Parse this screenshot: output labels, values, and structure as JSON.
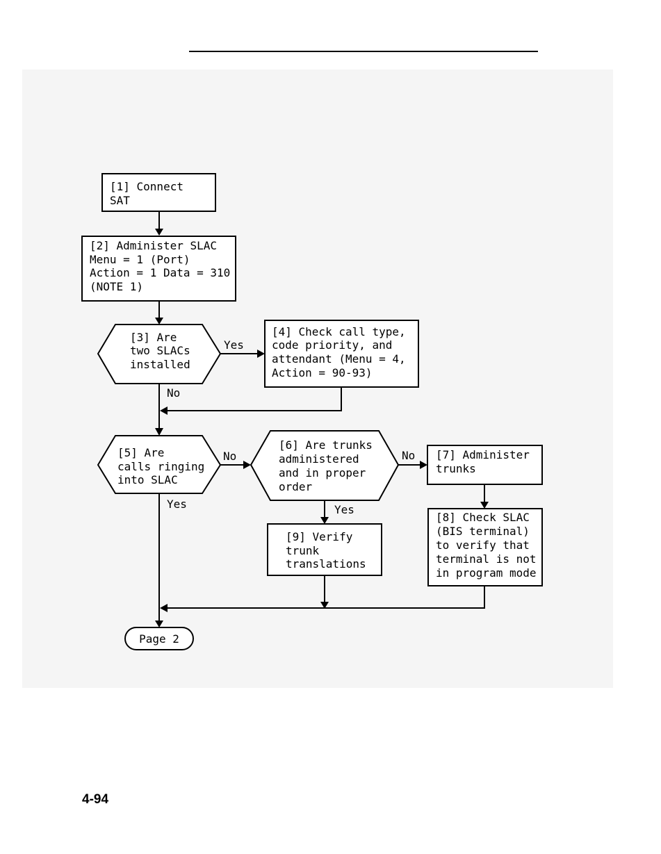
{
  "page_number": "4-94",
  "nodes": {
    "n1": [
      "[1] Connect",
      "SAT"
    ],
    "n2": [
      "[2] Administer SLAC",
      "Menu = 1 (Port)",
      "Action = 1 Data = 310",
      "(NOTE 1)"
    ],
    "n3": [
      "[3] Are",
      "two SLACs",
      "installed"
    ],
    "n4": [
      "[4] Check call type,",
      "code priority, and",
      "attendant (Menu = 4,",
      "Action = 90-93)"
    ],
    "n5": [
      "[5] Are",
      "calls ringing",
      "into SLAC"
    ],
    "n6": [
      "[6] Are trunks",
      "administered",
      "and in proper",
      "order"
    ],
    "n7": [
      "[7] Administer",
      "trunks"
    ],
    "n8": [
      "[8] Check SLAC",
      "(BIS terminal)",
      "to verify that",
      "terminal is not",
      "in program mode"
    ],
    "n9": [
      "[9] Verify",
      "trunk",
      "translations"
    ],
    "n10": [
      "Page 2"
    ]
  },
  "edge_labels": {
    "n3_yes": "Yes",
    "n3_no": "No",
    "n5_no": "No",
    "n5_yes": "Yes",
    "n6_no": "No",
    "n6_yes": "Yes"
  }
}
